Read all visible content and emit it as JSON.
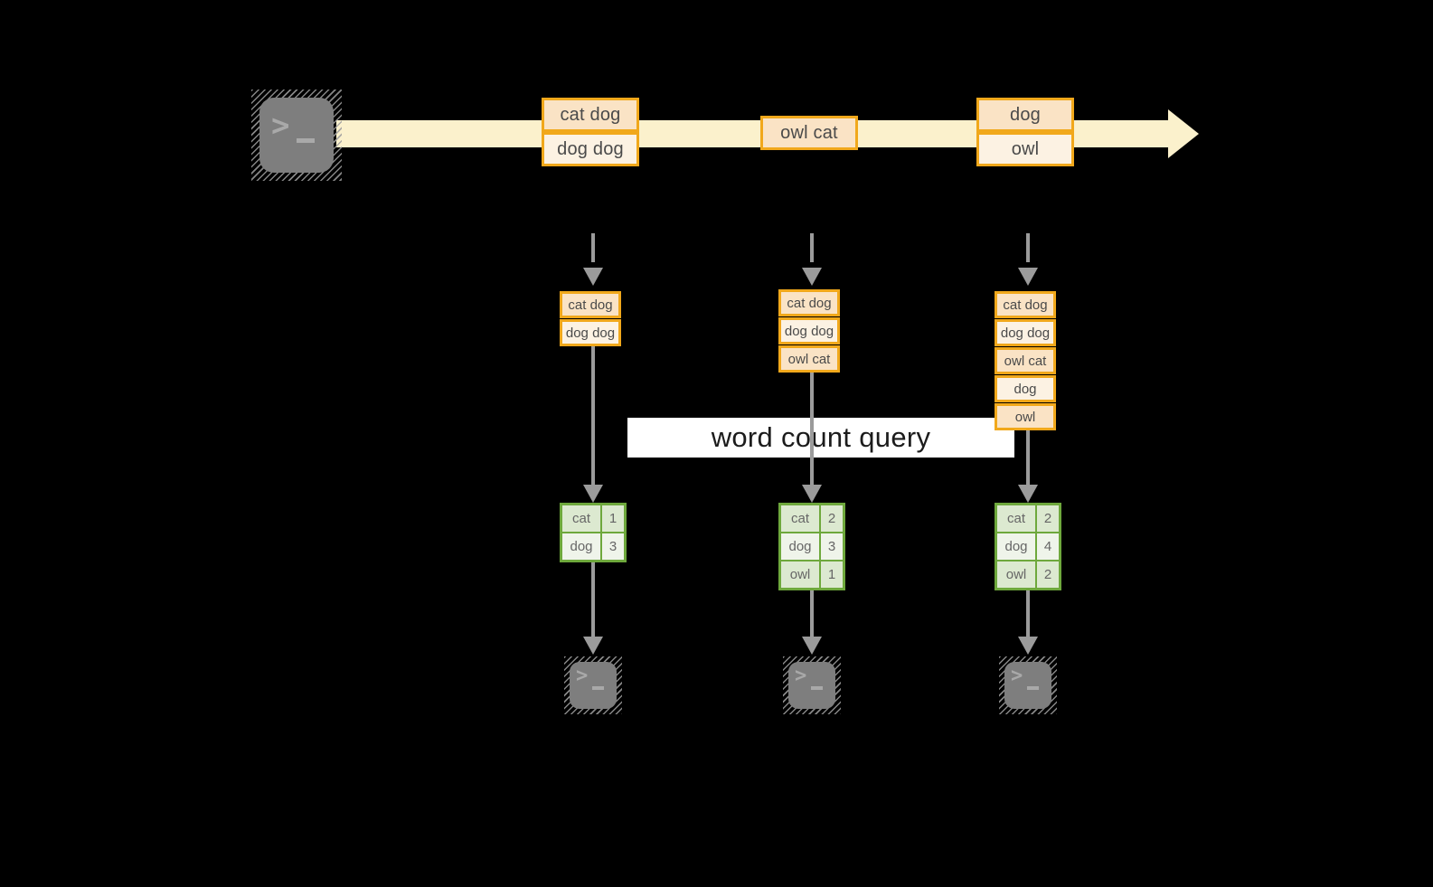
{
  "diagram": {
    "banner": {
      "label": "word count query"
    },
    "stream_events": [
      {
        "lines": [
          "cat dog",
          "dog dog"
        ]
      },
      {
        "lines": [
          "owl cat"
        ]
      },
      {
        "lines": [
          "dog",
          "owl"
        ]
      }
    ],
    "columns": [
      {
        "accumulated": [
          "cat dog",
          "dog dog"
        ],
        "results": [
          {
            "word": "cat",
            "count": "1"
          },
          {
            "word": "dog",
            "count": "3"
          }
        ]
      },
      {
        "accumulated": [
          "cat dog",
          "dog dog",
          "owl cat"
        ],
        "results": [
          {
            "word": "cat",
            "count": "2"
          },
          {
            "word": "dog",
            "count": "3"
          },
          {
            "word": "owl",
            "count": "1"
          }
        ]
      },
      {
        "accumulated": [
          "cat dog",
          "dog dog",
          "owl cat",
          "dog",
          "owl"
        ],
        "results": [
          {
            "word": "cat",
            "count": "2"
          },
          {
            "word": "dog",
            "count": "4"
          },
          {
            "word": "owl",
            "count": "2"
          }
        ]
      }
    ],
    "icons": {
      "source": "terminal-icon",
      "sinks": [
        "terminal-icon",
        "terminal-icon",
        "terminal-icon"
      ],
      "prompt_glyph": ">"
    },
    "colors": {
      "orange": "#F1A81B",
      "fill_dark": "#FAE3C5",
      "fill_light": "#FCF2E3",
      "stream": "#FBF1CC",
      "green": "#6EA83C",
      "rc_dark": "#DCE9D0",
      "rc_light": "#EFF4EA",
      "arrow": "#9B9B9B",
      "term": "#7E7E7E",
      "term_glyph": "#A9A9A9",
      "banner_bg": "#FFFFFF",
      "banner_ink": "#1C1C1C",
      "ink": "#4A4A4A",
      "ink2": "#666666"
    }
  }
}
